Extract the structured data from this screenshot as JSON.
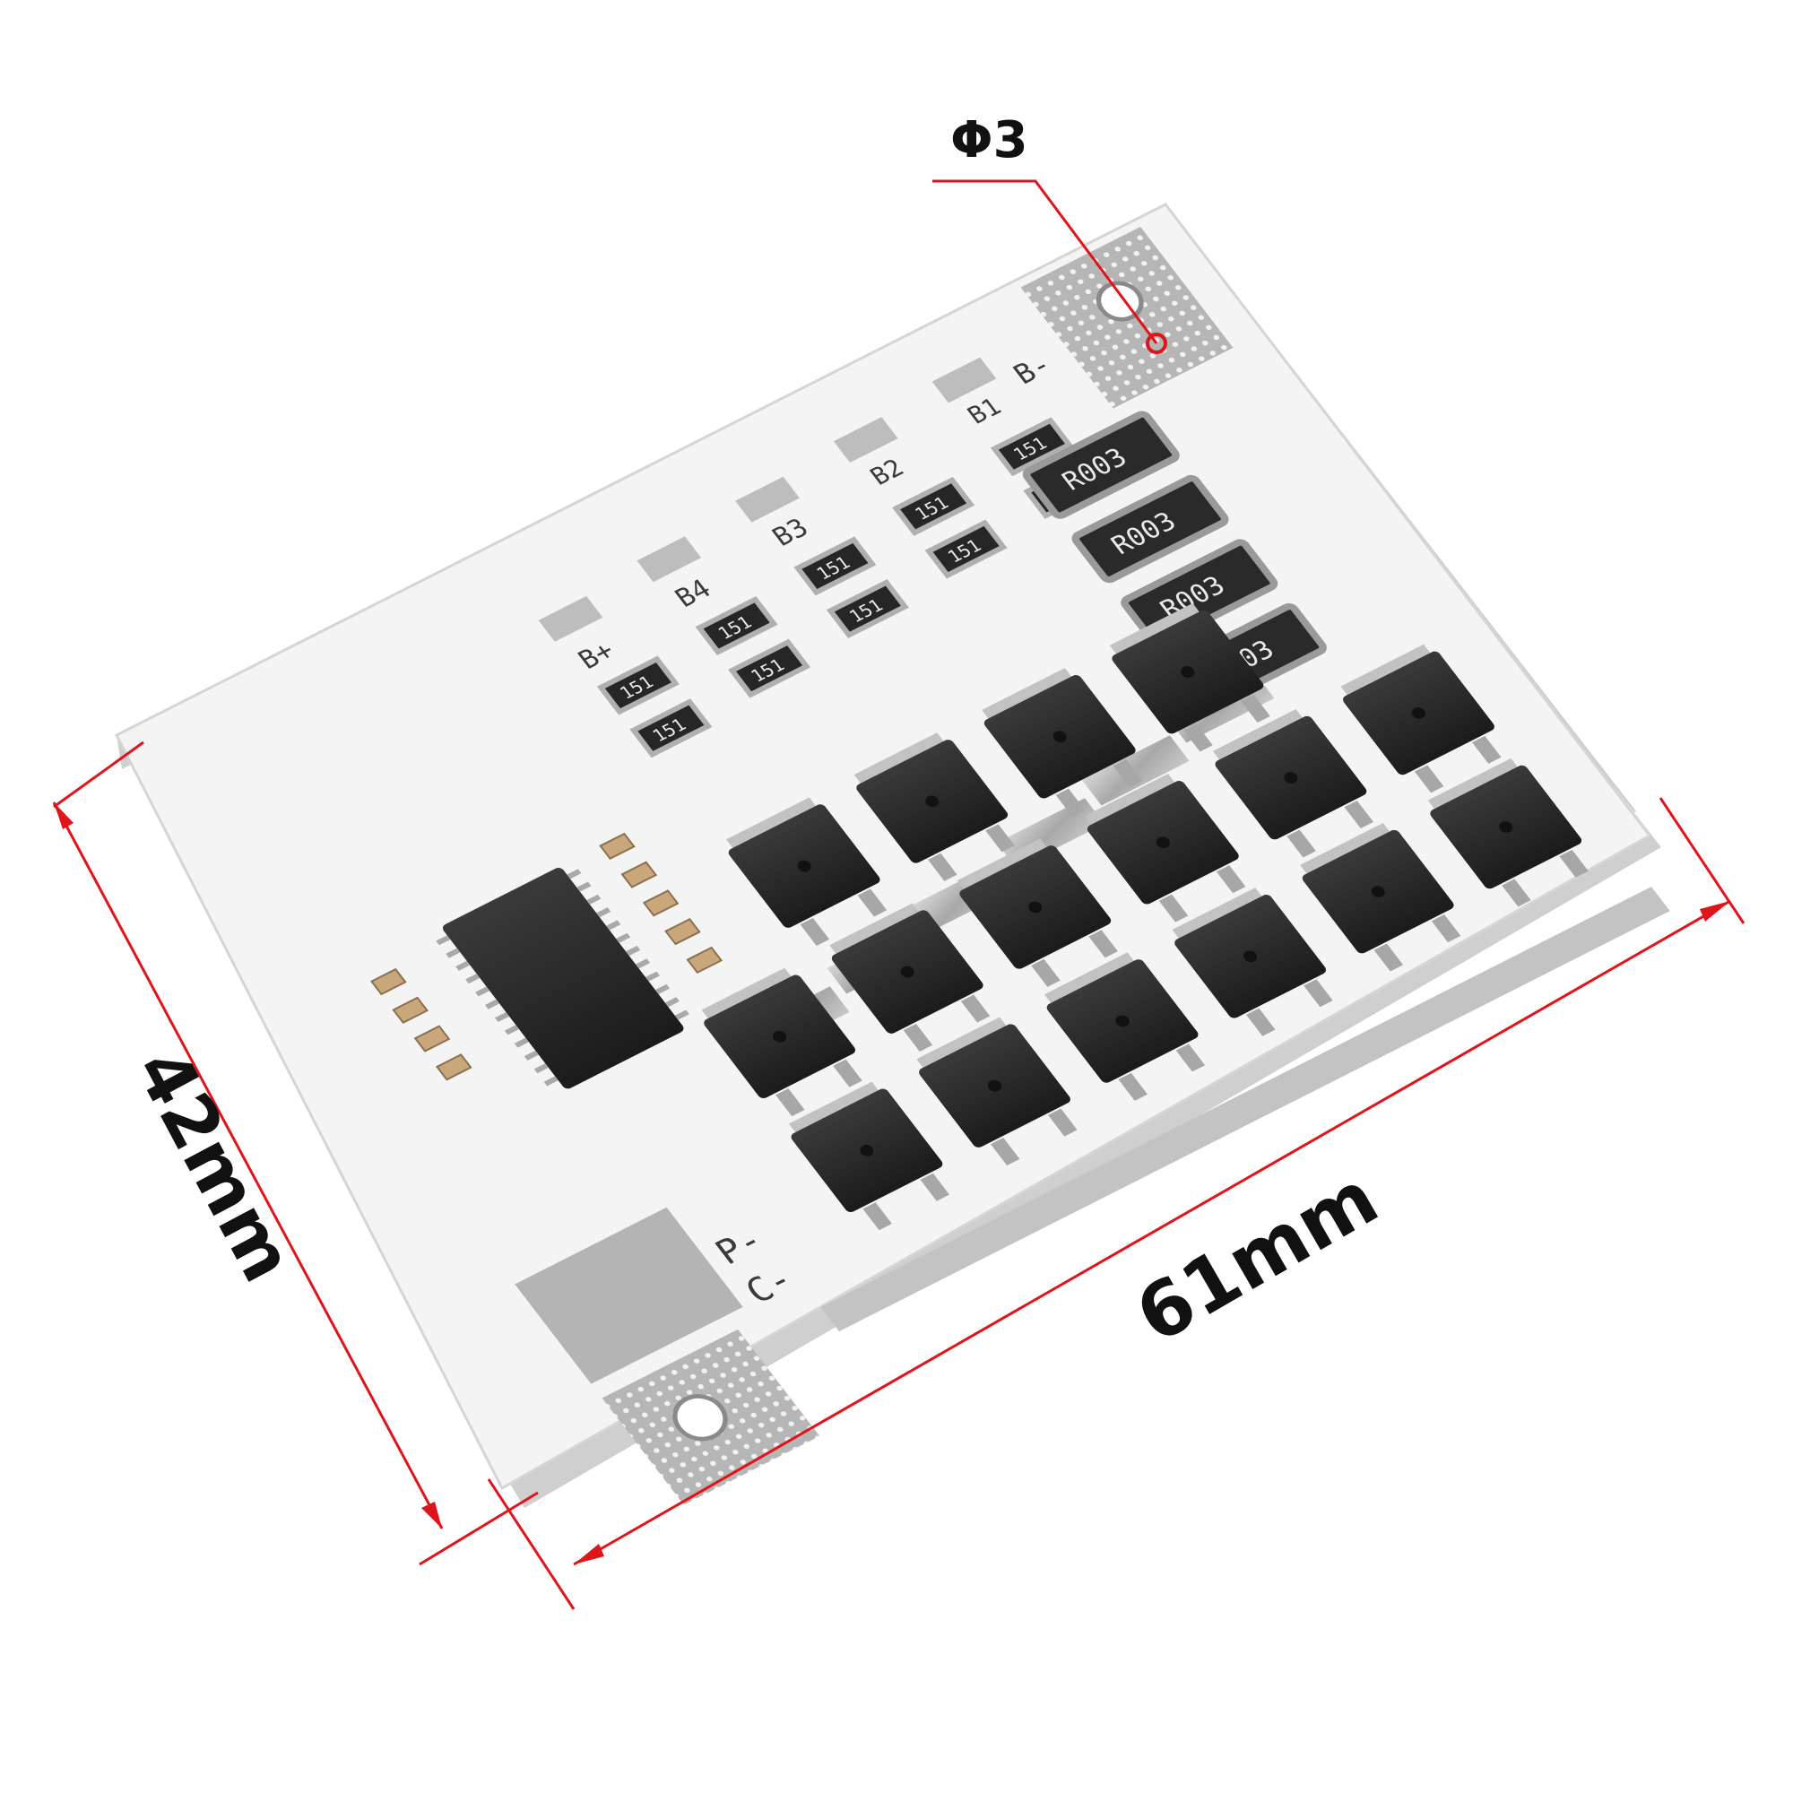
{
  "dimensions": {
    "hole": "Φ3",
    "height": "42mm",
    "width": "61mm"
  },
  "board": {
    "cell_labels": [
      "B+",
      "B4",
      "B3",
      "B2",
      "B1",
      "B-"
    ],
    "output_labels": [
      "P-",
      "C-"
    ],
    "shunt_code": "R003",
    "resistor_code": "151"
  },
  "colors": {
    "dimension_line": "#e0141b",
    "board": "#f4f4f4",
    "component": "#262626",
    "pad": "#b9b9b9"
  }
}
